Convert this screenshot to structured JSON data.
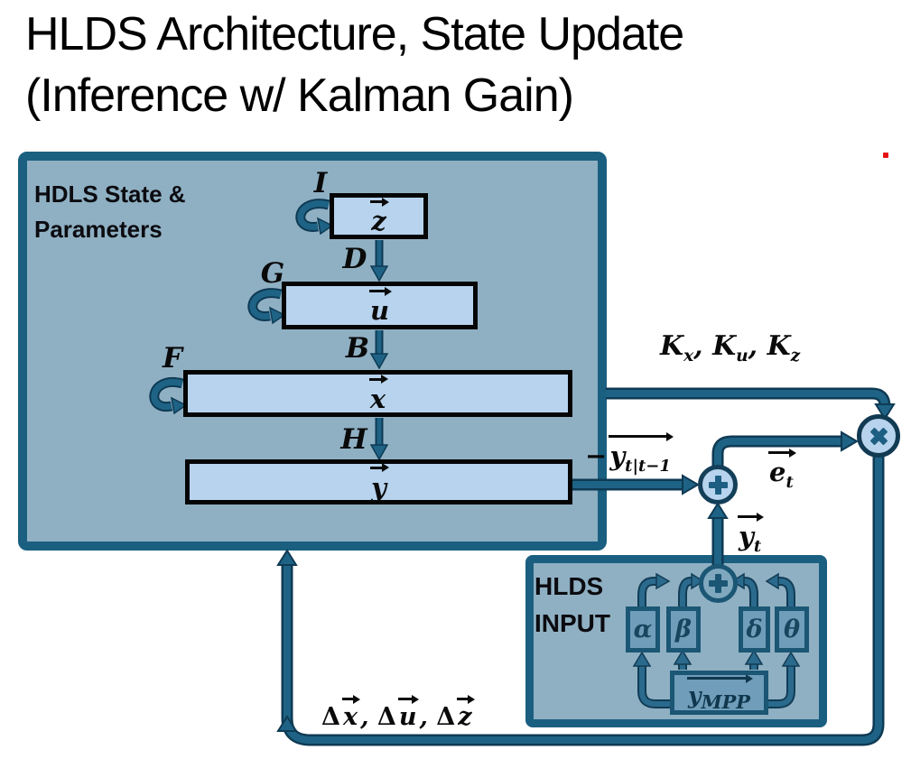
{
  "title": {
    "line1": "HLDS Architecture, State Update",
    "line2": "(Inference w/ Kalman Gain)"
  },
  "state_panel": {
    "heading_line1": "HDLS State &",
    "heading_line2": "Parameters",
    "nodes": {
      "z": "z",
      "u": "u",
      "x": "x",
      "y": "y"
    },
    "matrices": {
      "self_z": "I",
      "z_to_u": "D",
      "self_u": "G",
      "u_to_x": "B",
      "self_x": "F",
      "x_to_y": "H"
    }
  },
  "signals": {
    "kalman_gains": {
      "base": "K",
      "sub1": "x",
      "sub2": "u",
      "sub3": "z",
      "sep": ", "
    },
    "prediction": {
      "sign": "−",
      "base": "y",
      "sub": "t|t−1"
    },
    "error": {
      "base": "e",
      "sub": "t"
    },
    "observation": {
      "base": "y",
      "sub": "t"
    },
    "state_updates": {
      "delta": "Δ",
      "v1": "x",
      "v2": "u",
      "v3": "z",
      "sep": ", "
    }
  },
  "input_panel": {
    "heading_line1": "HLDS",
    "heading_line2": "INPUT",
    "params": {
      "alpha": "α",
      "beta": "β",
      "delta": "δ",
      "theta": "θ"
    },
    "mpp": {
      "base": "y",
      "sub": "MPP"
    }
  },
  "icons": {
    "sum_node": "plus-icon",
    "product_node": "multiply-icon",
    "input_sum_node": "plus-icon"
  },
  "colors": {
    "panel_border": "#1a5f80",
    "panel_fill": "#8fb0c3",
    "node_fill": "#b7d3ee",
    "node_border": "#050505",
    "connector": "#1e6385",
    "connector_outline": "#0f3a54",
    "param_fill": "#6f9dba",
    "param_border": "#1b5674",
    "accent_red": "#e51212"
  }
}
